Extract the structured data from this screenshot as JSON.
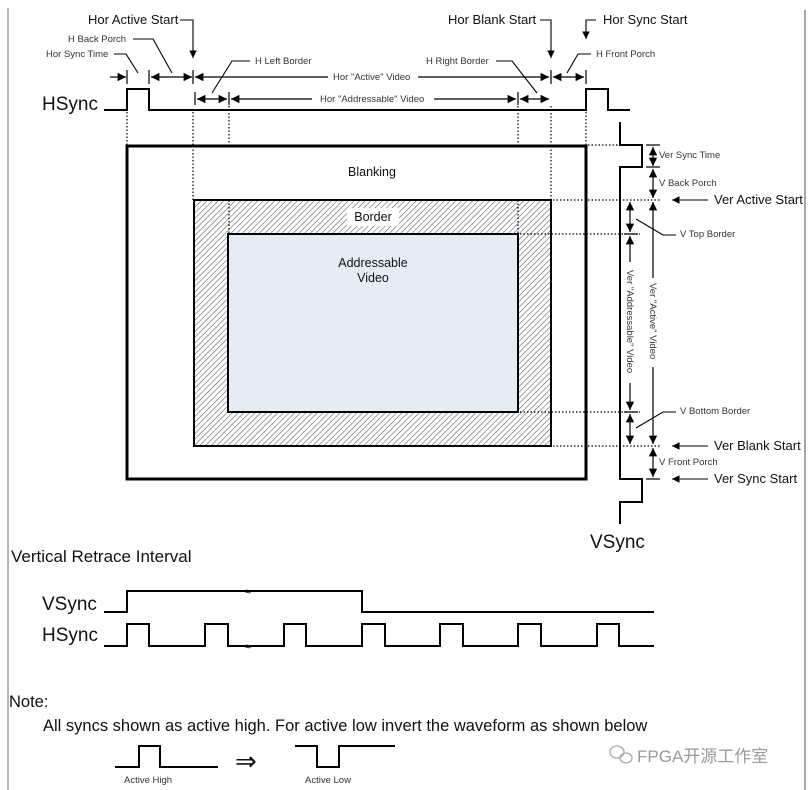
{
  "horizontal": {
    "signal_label": "HSync",
    "markers": {
      "active_start": "Hor Active Start",
      "blank_start": "Hor Blank Start",
      "sync_start": "Hor Sync Start"
    },
    "intervals": {
      "back_porch": "H Back Porch",
      "sync_time": "Hor Sync Time",
      "left_border": "H Left Border",
      "right_border": "H Right Border",
      "front_porch": "H Front Porch",
      "active_video": "Hor \"Active\" Video",
      "addressable_video": "Hor \"Addressable\" Video"
    }
  },
  "vertical": {
    "signal_label": "VSync",
    "markers": {
      "active_start": "Ver Active Start",
      "blank_start": "Ver Blank Start",
      "sync_start": "Ver Sync Start"
    },
    "intervals": {
      "sync_time": "Ver Sync Time",
      "back_porch": "V Back Porch",
      "top_border": "V Top Border",
      "bottom_border": "V Bottom Border",
      "front_porch": "V Front Porch",
      "active_video": "Ver \"Active\" Video",
      "addressable_video": "Ver \"Addressable\" Video"
    }
  },
  "frame": {
    "blanking_label": "Blanking",
    "border_label": "Border",
    "addressable_label_line1": "Addressable",
    "addressable_label_line2": "Video",
    "colors": {
      "addressable_fill": "#e6ecf6",
      "border_hatch": "#555555",
      "line": "#000000"
    }
  },
  "retrace": {
    "title": "Vertical Retrace Interval",
    "vsync_label": "VSync",
    "hsync_label": "HSync"
  },
  "note": {
    "heading": "Note:",
    "text": "All syncs shown as active high.  For active low invert the waveform as shown below",
    "active_high_label": "Active High",
    "active_low_label": "Active Low",
    "arrow_symbol": "⇒"
  },
  "watermark": {
    "text": "FPGA开源工作室"
  }
}
